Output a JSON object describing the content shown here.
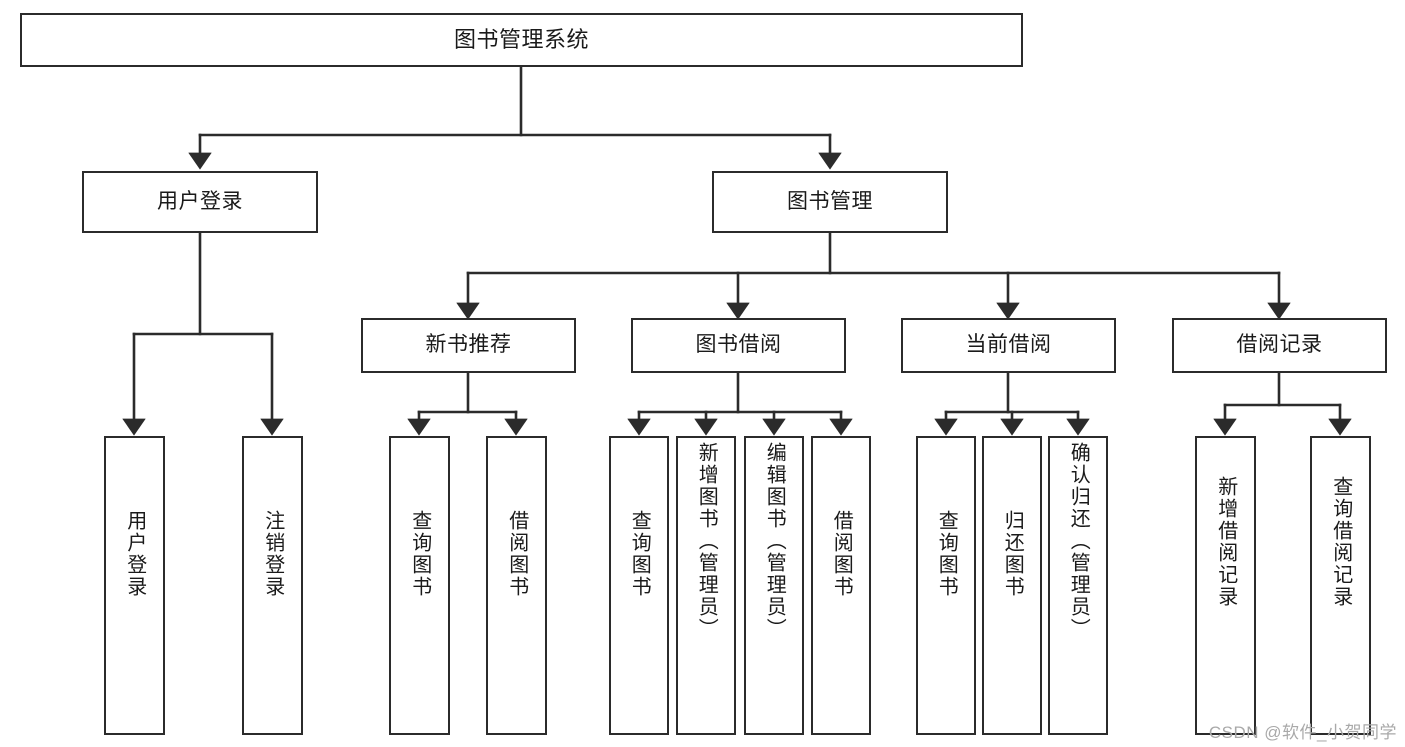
{
  "diagram": {
    "title": "图书管理系统",
    "type": "tree-hierarchy-chart",
    "watermark": "CSDN @软件_小贺同学",
    "colors": {
      "background": "#ffffff",
      "node_border": "#2b2b2b",
      "node_fill": "#ffffff",
      "edge": "#2b2b2b",
      "text": "#1a1a1a",
      "watermark": "#a9a9a9"
    },
    "root": {
      "label": "图书管理系统"
    },
    "level2": [
      {
        "label": "用户登录"
      },
      {
        "label": "图书管理"
      }
    ],
    "level3": [
      {
        "label": "新书推荐"
      },
      {
        "label": "图书借阅"
      },
      {
        "label": "当前借阅"
      },
      {
        "label": "借阅记录"
      }
    ],
    "leaves": {
      "user_login": [
        {
          "label": "用户登录"
        },
        {
          "label": "注销登录"
        }
      ],
      "new_book_recommend": [
        {
          "label": "查询图书"
        },
        {
          "label": "借阅图书"
        }
      ],
      "book_borrow": [
        {
          "label": "查询图书"
        },
        {
          "label": "新增图书（管理员）"
        },
        {
          "label": "编辑图书（管理员）"
        },
        {
          "label": "借阅图书"
        }
      ],
      "current_borrow": [
        {
          "label": "查询图书"
        },
        {
          "label": "归还图书"
        },
        {
          "label": "确认归还（管理员）"
        }
      ],
      "borrow_record": [
        {
          "label": "新增借阅记录"
        },
        {
          "label": "查询借阅记录"
        }
      ]
    }
  }
}
